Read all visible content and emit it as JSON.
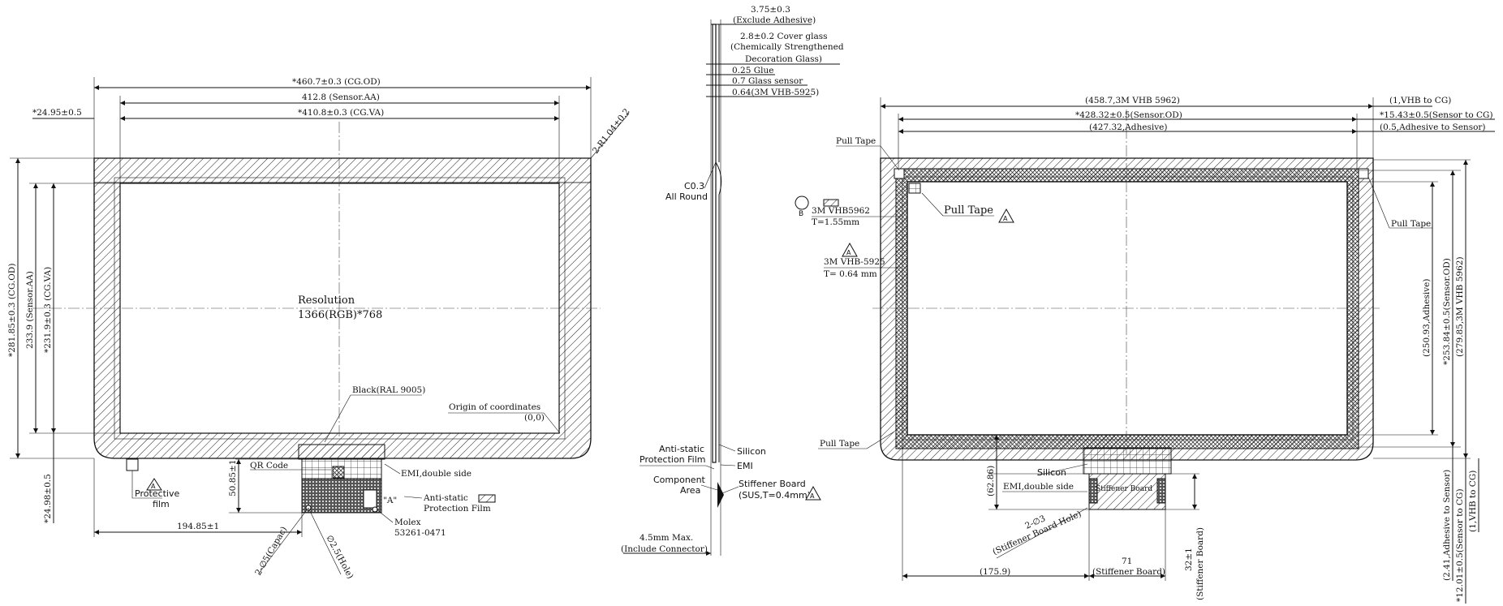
{
  "left_view": {
    "resolution_title": "Resolution",
    "resolution_value": "1366(RGB)*768",
    "dim_cg_od_width": "*460.7±0.3 (CG.OD)",
    "dim_sensor_aa_width": "412.8 (Sensor.AA)",
    "dim_cg_va_width": "*410.8±0.3 (CG.VA)",
    "dim_left_offset": "*24.95±0.5",
    "dim_corner_radius": "2-R1.04±0.2",
    "dim_cg_od_height": "*281.85±0.3 (CG.OD)",
    "dim_sensor_aa_height": "233.9 (Sensor.AA)",
    "dim_cg_va_height": "*231.9±0.3 (CG.VA)",
    "dim_bottom_offset": "*24.98±0.5",
    "dim_fpc_height": "50.85±1",
    "dim_fpc_position": "194.85±1",
    "dim_capacitor": "2-∅5(Capac)",
    "dim_hole": "∅2.5(Hole)",
    "label_black": "Black(RAL 9005)",
    "label_origin": "Origin of coordinates",
    "label_origin_value": "(0,0)",
    "label_qr": "QR Code",
    "label_emi": "EMI,double side",
    "label_detail_a": "\"A\"",
    "label_antistatic_1": "Anti-static",
    "label_antistatic_2": "Protection Film",
    "label_molex_1": "Molex",
    "label_molex_2": "53261-0471",
    "label_protective_1": "Protective",
    "label_protective_2": "film",
    "callout_a": "A"
  },
  "side_view": {
    "dim_total": "3.75±0.3",
    "dim_total_note": "(Exclude Adhesive)",
    "cover_glass_1": "2.8±0.2 Cover glass",
    "cover_glass_2": "(Chemically Strengthened",
    "cover_glass_3": "Decoration Glass)",
    "glue": "0.25 Glue",
    "glass_sensor": "0.7 Glass sensor",
    "tape": "0.64(3M VHB-5925)",
    "chamfer_1": "C0.3",
    "chamfer_2": "All Round",
    "silicon": "Silicon",
    "emi": "EMI",
    "antistatic_1": "Anti-static",
    "antistatic_2": "Protection Film",
    "component_1": "Component",
    "component_2": "Area",
    "stiffener_1": "Stiffener Board",
    "stiffener_2": "(SUS,T=0.4mm)",
    "connector_1": "4.5mm Max.",
    "connector_2": "(Include Connector)",
    "callout_a": "A"
  },
  "right_view": {
    "dim_vhb_od": "(458.7,3M VHB 5962)",
    "dim_vhb_to_cg": "(1,VHB to CG)",
    "dim_sensor_od": "*428.32±0.5(Sensor.OD)",
    "dim_sensor_to_cg": "*15.43±0.5(Sensor to CG)",
    "dim_adhesive_w": "(427.32,Adhesive)",
    "dim_adhesive_to_sensor": "(0.5,Adhesive to Sensor)",
    "pull_tape": "Pull Tape",
    "vhb5962_1": "3M VHB5962",
    "vhb5962_2": "T=1.55mm",
    "vhb5925_1": "3M VHB-5925",
    "vhb5925_2": "T= 0.64 mm",
    "dim_adhesive_h": "(250.93,Adhesive)",
    "dim_sensor_od_h": "*253.84±0.5(Sensor.OD)",
    "dim_vhb_h": "(279.85,3M VHB 5962)",
    "dim_fpc_h": "(62.86)",
    "silicon": "Silicon",
    "emi": "EMI,double side",
    "stiffener": "Stiffener Board",
    "dim_stiffener_hole_1": "2-∅3",
    "dim_stiffener_hole_2": "(Stiffener Board Hole)",
    "dim_stiffener_w_1": "71",
    "dim_stiffener_w_2": "(Stiffener Board)",
    "dim_stiffener_h_1": "32±1",
    "dim_stiffener_h_2": "(Stiffener Board)",
    "dim_offset_x": "(175.9)",
    "dim_adhesive_to_sensor_b": "(2.41,Adhesive to Sensor)",
    "dim_sensor_to_cg_b": "*12.01±0.5(Sensor to CG)",
    "dim_vhb_to_cg_b": "(1,VHB to CG)",
    "callout_a": "A",
    "callout_b": "B"
  }
}
